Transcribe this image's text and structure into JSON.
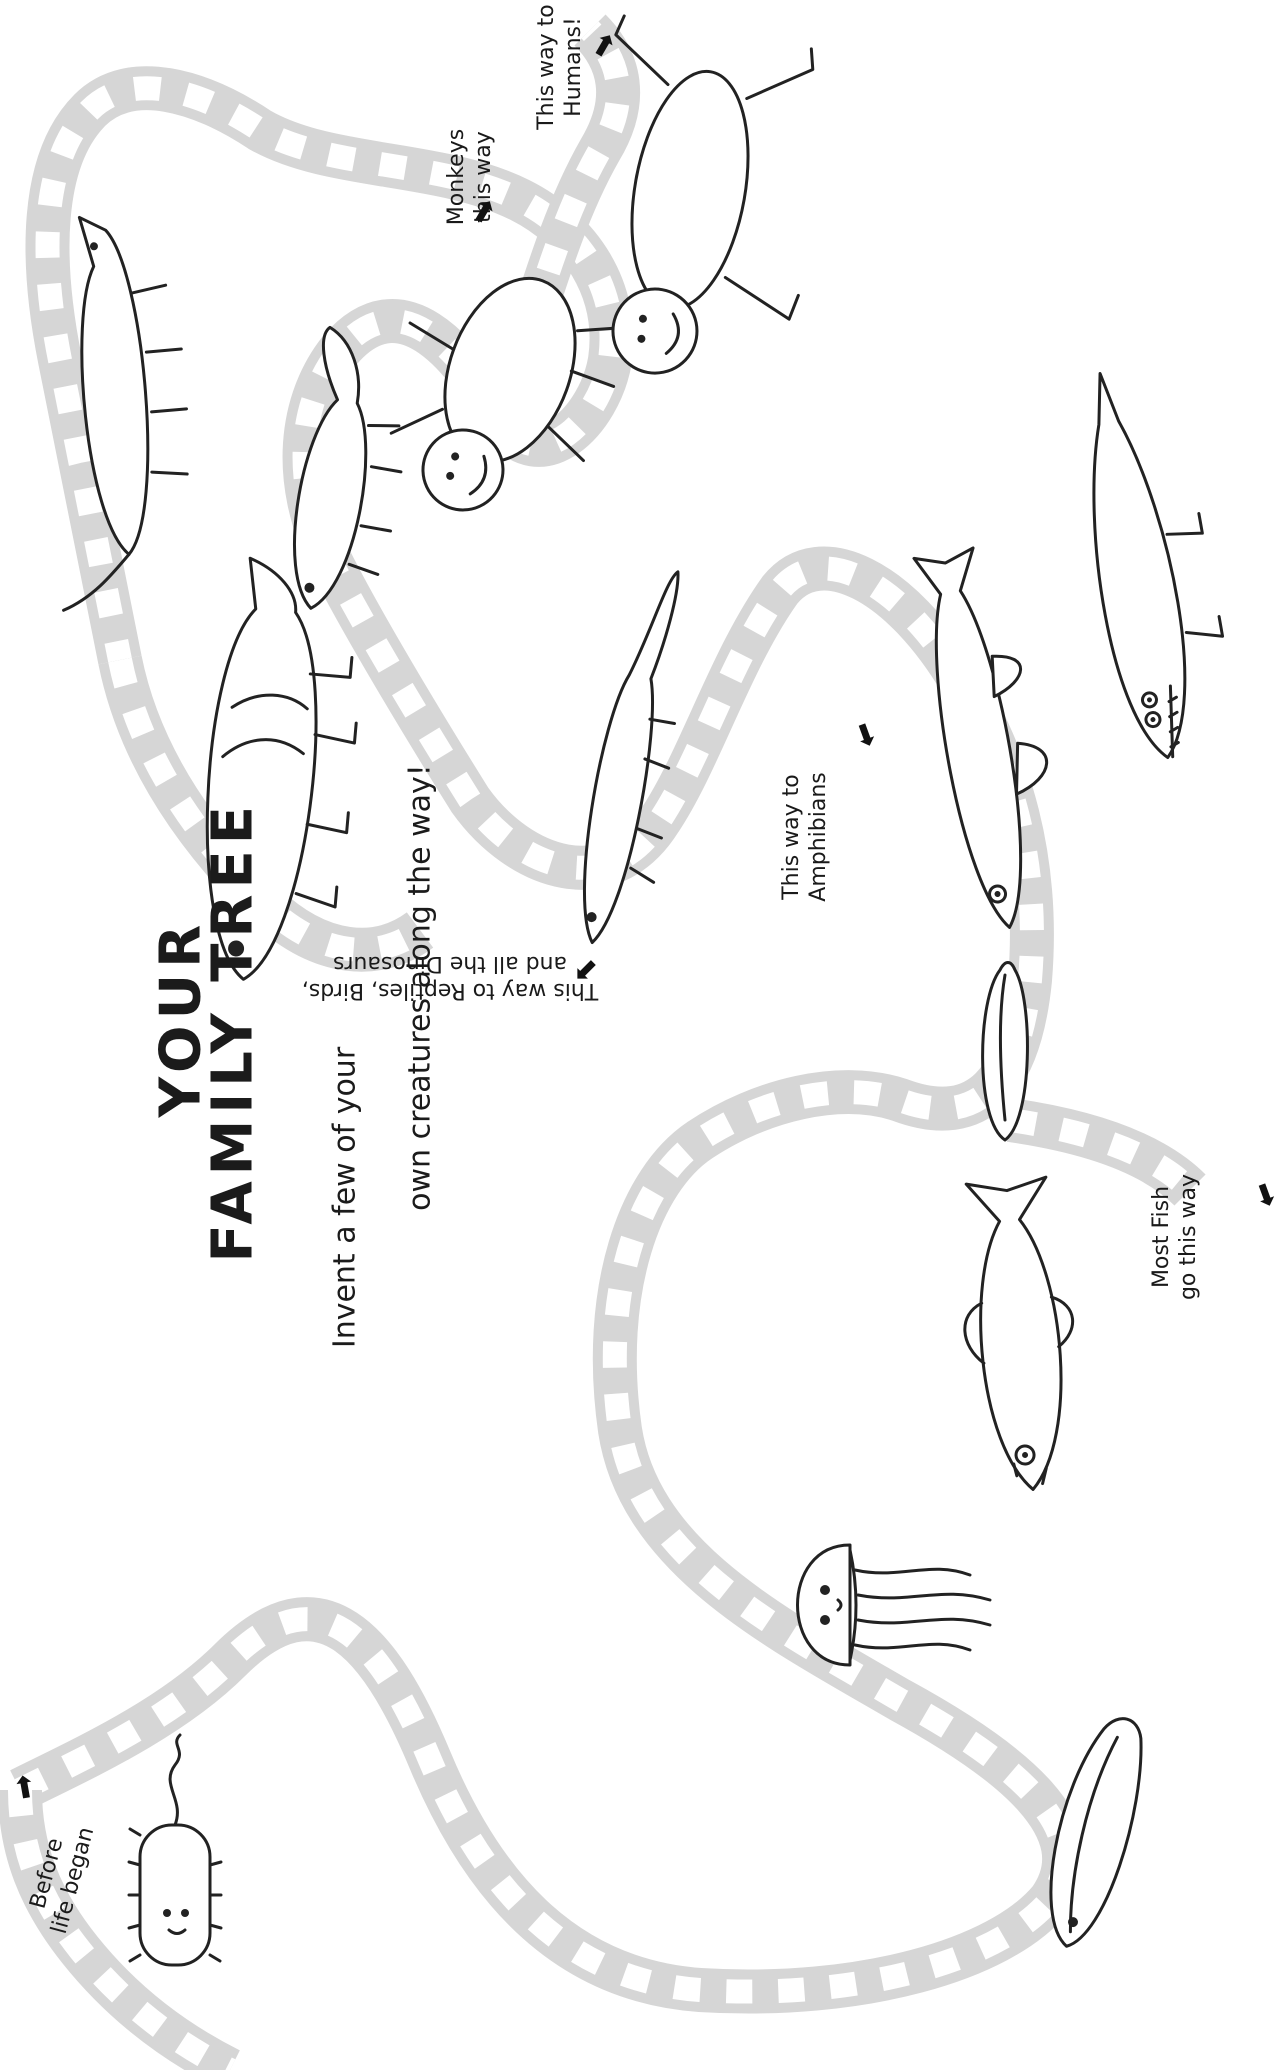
{
  "title": {
    "line1": "YOUR",
    "line2": "FAMILY TREE"
  },
  "subtitle": {
    "line1": "Invent a few of your",
    "line2": "own creatures along the way!"
  },
  "labels": {
    "before_life": [
      "Before",
      "life began"
    ],
    "monkeys": [
      "Monkeys",
      "this way"
    ],
    "humans": [
      "This way to",
      "Humans!"
    ],
    "reptiles": [
      "This way to Reptiles, Birds,",
      "and all the Dinosaurs"
    ],
    "amphibians": [
      "This way to",
      "Amphibians"
    ],
    "fish": [
      "Most Fish",
      "go this way"
    ]
  },
  "colors": {
    "path": "#d6d6d6",
    "path_gap": "#ffffff",
    "ink": "#1a1a1a"
  },
  "icons": [
    "arrow-icon"
  ]
}
